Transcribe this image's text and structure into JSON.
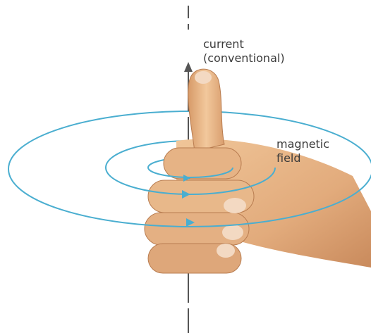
{
  "labels": {
    "current_line1": "current",
    "current_line2": "(conventional)",
    "field_line1": "magnetic",
    "field_line2": "field"
  },
  "colors": {
    "wire": "#555555",
    "field": "#4aaed0",
    "skin": "#e8b88a",
    "skin_shadow": "#c9875a",
    "nail": "#f3d9c2",
    "text": "#3b3b3b"
  },
  "icons": {
    "current_arrow": "arrow-up-icon",
    "field_arrows": "arrow-right-icon"
  }
}
